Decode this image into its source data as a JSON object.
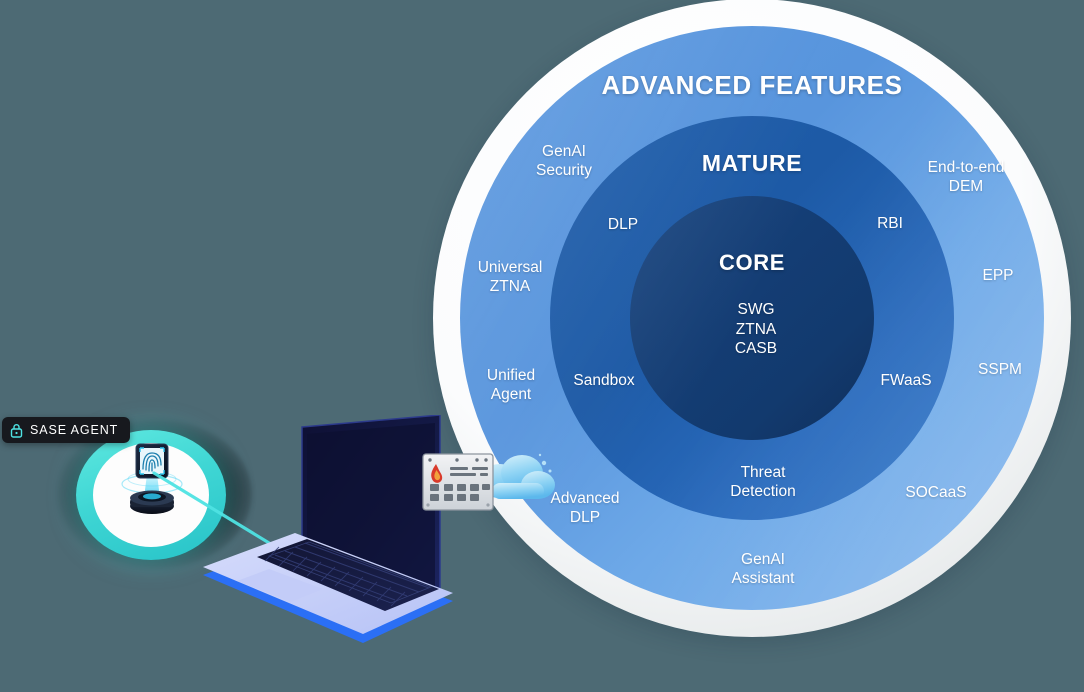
{
  "background_color": "#4d6a74",
  "diagram": {
    "title": "SASE concentric capability rings",
    "rings": [
      {
        "id": "advanced",
        "title": "ADVANCED FEATURES",
        "color": "#5e9ae0",
        "labels": [
          {
            "id": "genai-security",
            "text": "GenAI\nSecurity"
          },
          {
            "id": "end-to-end-dem",
            "text": "End-to-end\nDEM"
          },
          {
            "id": "universal-ztna",
            "text": "Universal\nZTNA"
          },
          {
            "id": "epp",
            "text": "EPP"
          },
          {
            "id": "unified-agent",
            "text": "Unified\nAgent"
          },
          {
            "id": "sspm",
            "text": "SSPM"
          },
          {
            "id": "advanced-dlp",
            "text": "Advanced\nDLP"
          },
          {
            "id": "socaas",
            "text": "SOCaaS"
          },
          {
            "id": "genai-assistant",
            "text": "GenAI\nAssistant"
          }
        ]
      },
      {
        "id": "mature",
        "title": "MATURE",
        "color": "#1f5eab",
        "labels": [
          {
            "id": "dlp",
            "text": "DLP"
          },
          {
            "id": "rbi",
            "text": "RBI"
          },
          {
            "id": "sandbox",
            "text": "Sandbox"
          },
          {
            "id": "fwaas",
            "text": "FWaaS"
          },
          {
            "id": "threat-detection",
            "text": "Threat\nDetection"
          }
        ]
      },
      {
        "id": "core",
        "title": "CORE",
        "color": "#143d74",
        "labels": [
          {
            "id": "core-services",
            "text": "SWG\nZTNA\nCASB"
          }
        ]
      }
    ]
  },
  "endpoint": {
    "badge": {
      "label": "SASE AGENT",
      "icon": "lock-icon",
      "background_color": "#17191e",
      "icon_color": "#4fe3e3"
    },
    "agent_icon": "fingerprint-scanner-icon",
    "agent_ring_color": "#3fd6d4",
    "laptop_icon": "laptop-icon",
    "firewall_icon": "firewall-appliance-icon",
    "cloud_icon": "cloud-icon"
  }
}
